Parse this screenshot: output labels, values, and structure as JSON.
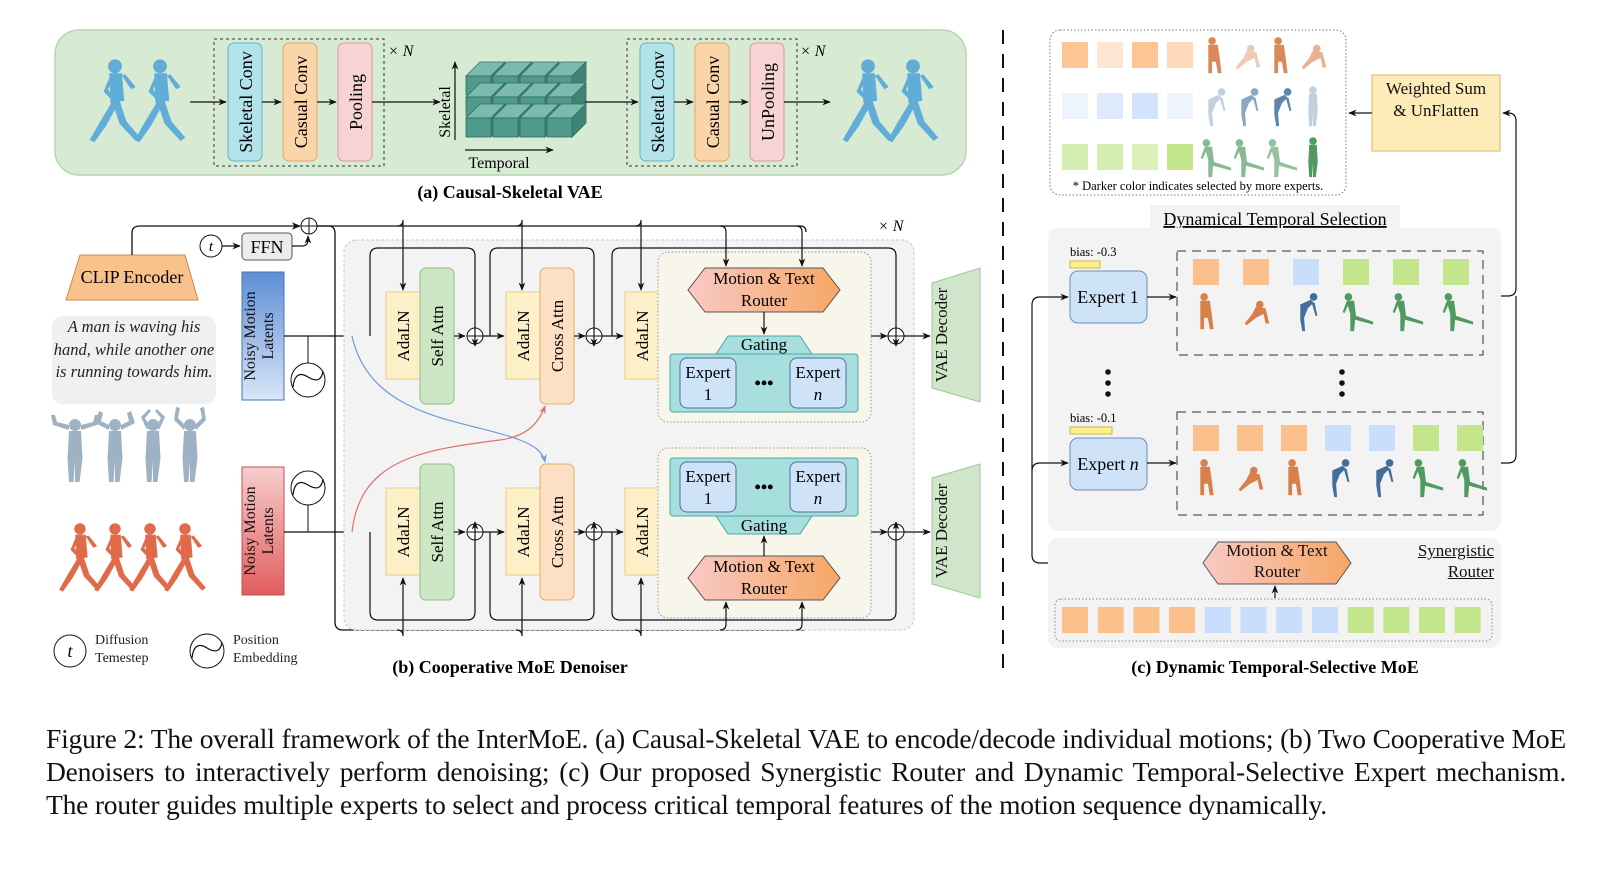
{
  "panel_a": {
    "title": "(a) Causal-Skeletal VAE",
    "encoder_blocks": [
      "Skeletal Conv",
      "Casual Conv",
      "Pooling"
    ],
    "decoder_blocks": [
      "Skeletal Conv",
      "Casual Conv",
      "UnPooling"
    ],
    "repeat_label": "× N",
    "latent_axis_y": "Skeletal",
    "latent_axis_x": "Temporal",
    "colors": {
      "panel_bg": "#d7ead3",
      "skeletal_conv": "#b3e3ea",
      "casual_conv": "#fbd5aa",
      "pooling": "#f8d3d3",
      "latent_cube": "#4f9a8a",
      "human": "#5aaad8"
    }
  },
  "panel_b": {
    "title": "(b) Cooperative MoE Denoiser",
    "clip_encoder": "CLIP Encoder",
    "ffn": "FFN",
    "timestep_symbol": "t",
    "prompt_text": "A man is waving his hand, while another one is running towards him.",
    "noisy_latents_label": "Noisy Motion Latents",
    "adaln": "AdaLN",
    "self_attn": "Self Attn",
    "cross_attn": "Cross Attn",
    "router": "Motion & Text Router",
    "gating": "Gating",
    "expert_first": "Expert 1",
    "expert_last": "Expert n",
    "ellipsis": "•••",
    "vae_decoder": "VAE Decoder",
    "repeat_label": "× N",
    "legend": [
      {
        "symbol": "t",
        "label": "Diffusion Temestep"
      },
      {
        "symbol": "position-embedding",
        "label": "Position Embedding"
      }
    ],
    "colors": {
      "blue_latent": "#5f8fd6",
      "red_latent": "#e36b6b",
      "adaln": "#fdf0c8",
      "self_attn": "#cde6c6",
      "cross_attn": "#fde0c4",
      "expert_panel": "#a7dede",
      "expert": "#cfe3f8",
      "vae_decoder": "#cfe6cb",
      "clip": "#f9c18b",
      "blue_arrow": "#6e9ad8",
      "red_arrow": "#e07070"
    }
  },
  "panel_c": {
    "title": "(c) Dynamic Temporal-Selective MoE",
    "weighted_sum": "Weighted Sum & UnFlatten",
    "note": "* Darker color indicates selected by more experts.",
    "dts_title": "Dynamical Temporal Selection",
    "experts": [
      {
        "label": "Expert 1",
        "bias": "bias:  -0.3",
        "tokens": [
          "orange",
          "orange",
          "blue",
          "green",
          "green",
          "green"
        ]
      },
      {
        "label": "Expert n",
        "bias": "bias: -0.1",
        "tokens": [
          "orange",
          "orange",
          "orange",
          "blue",
          "blue",
          "green",
          "green"
        ]
      }
    ],
    "router": "Motion & Text Router",
    "synergistic_router": "Synergistic Router",
    "input_tokens": [
      "orange",
      "orange",
      "orange",
      "orange",
      "blue",
      "blue",
      "blue",
      "blue",
      "green",
      "green",
      "green",
      "green"
    ],
    "summary_rows": [
      {
        "color": "orange",
        "intensities": [
          0.9,
          0.25,
          0.9,
          0.5
        ]
      },
      {
        "color": "blue",
        "intensities": [
          0.15,
          0.5,
          0.8,
          0.15
        ]
      },
      {
        "color": "green",
        "intensities": [
          0.6,
          0.6,
          0.5,
          1.0
        ]
      }
    ],
    "colors": {
      "orange": "#fbc08c",
      "blue": "#c9defa",
      "green": "#c3e58c",
      "panel_bg": "#f3f3f3",
      "weighted_sum": "#fdecb8",
      "bias_bar": "#fbf08a",
      "expert": "#cfe3f8"
    }
  },
  "caption": "Figure 2: The overall framework of the InterMoE. (a) Causal-Skeletal VAE to encode/decode individual motions; (b) Two Cooperative MoE Denoisers to interactively perform denoising; (c) Our proposed Synergistic Router and Dynamic Temporal-Selective Expert mechanism. The router guides multiple experts to select and process critical temporal features of the motion sequence dynamically."
}
